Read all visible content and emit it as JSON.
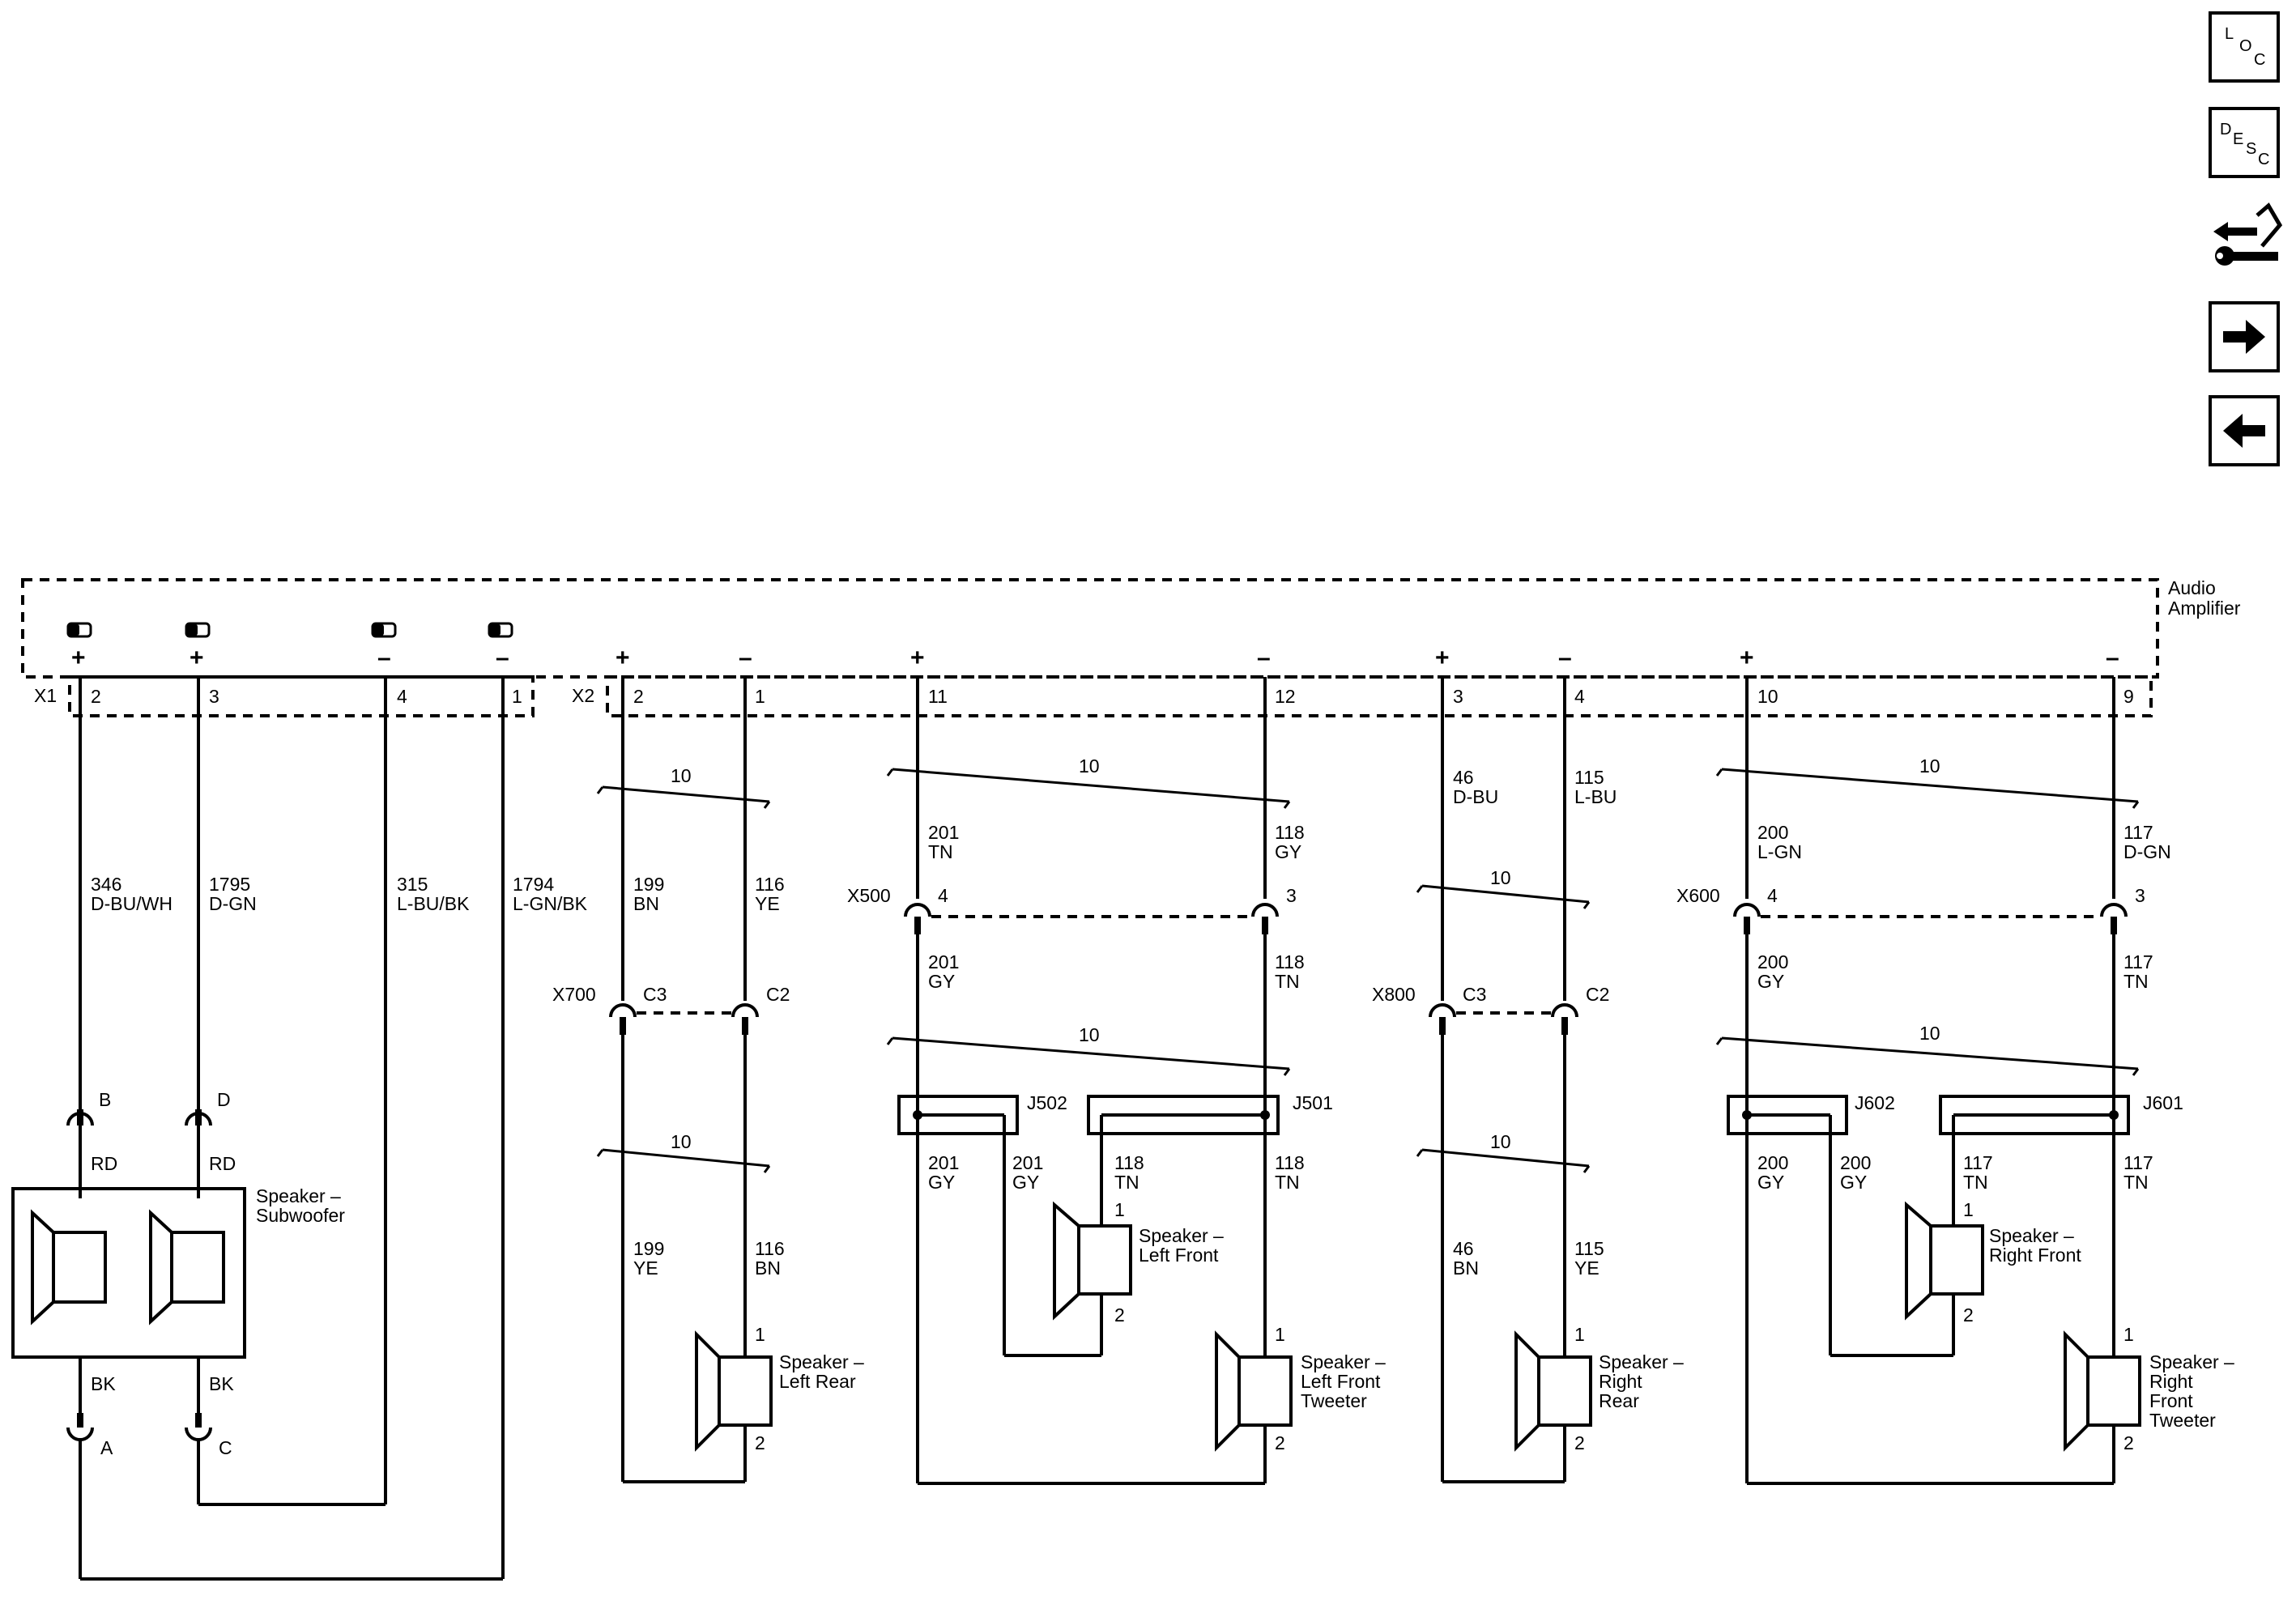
{
  "nav": {
    "loc": {
      "l1": "L",
      "l2": "O",
      "l3": "C"
    },
    "desc": {
      "l1": "D",
      "l2": "E",
      "l3": "S",
      "l4": "C"
    }
  },
  "amp": {
    "label_line1": "Audio",
    "label_line2": "Amplifier",
    "conn_x1": "X1",
    "conn_x2": "X2"
  },
  "subwoofer": {
    "pins": [
      "2",
      "3",
      "4",
      "1"
    ],
    "polarity": [
      "+",
      "+",
      "–",
      "–"
    ],
    "wires": [
      {
        "num": "346",
        "color": "D-BU/WH"
      },
      {
        "num": "1795",
        "color": "D-GN"
      },
      {
        "num": "315",
        "color": "L-BU/BK"
      },
      {
        "num": "1794",
        "color": "L-GN/BK"
      }
    ],
    "term_top": [
      "B",
      "D"
    ],
    "term_bottom": [
      "A",
      "C"
    ],
    "rd": "RD",
    "bk": "BK",
    "name1": "Speaker –",
    "name2": "Subwoofer"
  },
  "left_rear": {
    "pins": [
      "2",
      "1"
    ],
    "polarity": [
      "+",
      "–"
    ],
    "twist": "10",
    "upper": [
      {
        "num": "199",
        "color": "BN"
      },
      {
        "num": "116",
        "color": "YE"
      }
    ],
    "conn": "X700",
    "conn_pins": [
      "C3",
      "C2"
    ],
    "lower": [
      {
        "num": "199",
        "color": "YE"
      },
      {
        "num": "116",
        "color": "BN"
      }
    ],
    "spk_pins": [
      "1",
      "2"
    ],
    "name1": "Speaker –",
    "name2": "Left Rear"
  },
  "left_front": {
    "pins": [
      "11",
      "12"
    ],
    "polarity": [
      "+",
      "–"
    ],
    "twist": "10",
    "upper": [
      {
        "num": "201",
        "color": "TN"
      },
      {
        "num": "118",
        "color": "GY"
      }
    ],
    "conn": "X500",
    "conn_pins": [
      "4",
      "3"
    ],
    "mid": [
      {
        "num": "201",
        "color": "GY"
      },
      {
        "num": "118",
        "color": "TN"
      }
    ],
    "splices": [
      "J502",
      "J501"
    ],
    "lower": [
      {
        "num": "201",
        "color": "GY"
      },
      {
        "num": "201",
        "color": "GY"
      },
      {
        "num": "118",
        "color": "TN"
      },
      {
        "num": "118",
        "color": "TN"
      }
    ],
    "spk_pins": [
      "1",
      "2"
    ],
    "mid_speaker1": "Speaker –",
    "mid_speaker2": "Left Front",
    "tweeter1": "Speaker –",
    "tweeter2": "Left Front",
    "tweeter3": "Tweeter"
  },
  "right_rear": {
    "pins": [
      "3",
      "4"
    ],
    "polarity": [
      "+",
      "–"
    ],
    "twist": "10",
    "upper": [
      {
        "num": "46",
        "color": "D-BU"
      },
      {
        "num": "115",
        "color": "L-BU"
      }
    ],
    "conn": "X800",
    "conn_pins": [
      "C3",
      "C2"
    ],
    "lower": [
      {
        "num": "46",
        "color": "BN"
      },
      {
        "num": "115",
        "color": "YE"
      }
    ],
    "spk_pins": [
      "1",
      "2"
    ],
    "name1": "Speaker –",
    "name2": "Right",
    "name3": "Rear"
  },
  "right_front": {
    "pins": [
      "10",
      "9"
    ],
    "polarity": [
      "+",
      "–"
    ],
    "twist": "10",
    "upper": [
      {
        "num": "200",
        "color": "L-GN"
      },
      {
        "num": "117",
        "color": "D-GN"
      }
    ],
    "conn": "X600",
    "conn_pins": [
      "4",
      "3"
    ],
    "mid": [
      {
        "num": "200",
        "color": "GY"
      },
      {
        "num": "117",
        "color": "TN"
      }
    ],
    "splices": [
      "J602",
      "J601"
    ],
    "lower": [
      {
        "num": "200",
        "color": "GY"
      },
      {
        "num": "200",
        "color": "GY"
      },
      {
        "num": "117",
        "color": "TN"
      },
      {
        "num": "117",
        "color": "TN"
      }
    ],
    "spk_pins": [
      "1",
      "2"
    ],
    "mid_speaker1": "Speaker –",
    "mid_speaker2": "Right Front",
    "tweeter1": "Speaker –",
    "tweeter2": "Right",
    "tweeter3": "Front",
    "tweeter4": "Tweeter"
  }
}
